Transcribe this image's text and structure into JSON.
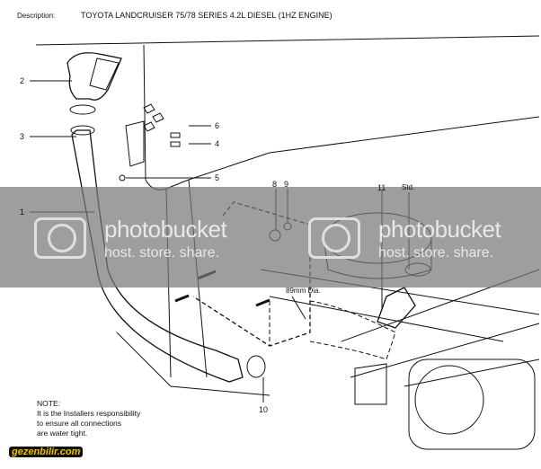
{
  "header": {
    "description_label": "Description:",
    "description_value": "TOYOTA LANDCRUISER 75/78 SERIES 4.2L DIESEL (1HZ ENGINE)"
  },
  "callouts": [
    "1",
    "2",
    "3",
    "4",
    "5",
    "6",
    "8",
    "9",
    "10",
    "11"
  ],
  "annotations": {
    "diameter": "89mm Dia.",
    "std": "Std."
  },
  "note": {
    "title": "NOTE:",
    "lines": [
      "It is the Installers responsibility",
      "to ensure all connections",
      "are water tight."
    ]
  },
  "watermark": {
    "name": "photobucket",
    "tagline": "host. store. share."
  },
  "logo": "gezenbilir.com"
}
